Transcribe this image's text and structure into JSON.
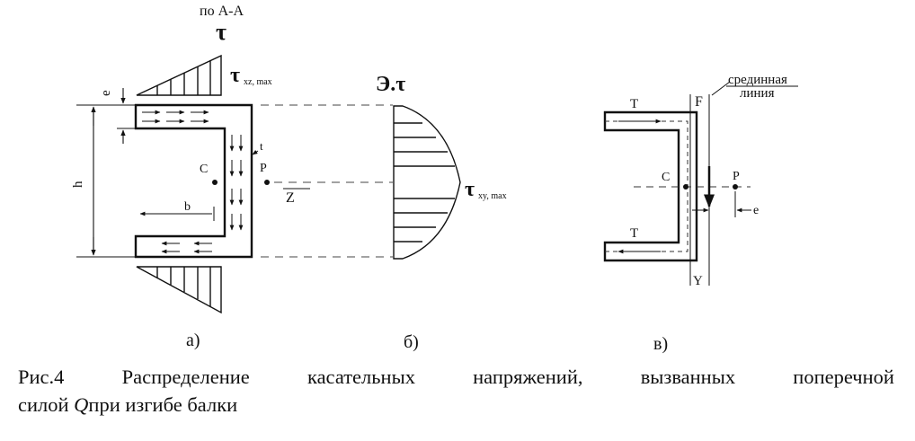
{
  "figure": {
    "section_label": "по А-А",
    "tau": "τ",
    "tau_xz_max_sub": "xz, max",
    "e_symbol": "e",
    "h_symbol": "h",
    "t_symbol": "t",
    "b_symbol": "b",
    "c_symbol": "C",
    "p_symbol": "P",
    "z_symbol": "Z",
    "epure_tau": "Э.τ",
    "tau_xy_max_sub": "xy, max",
    "T_symbol": "T",
    "F_symbol": "F",
    "mid_line_1": "срединная",
    "mid_line_2": "линия",
    "y_symbol": "Y",
    "label_a": "а)",
    "label_b": "б)",
    "label_c": "в)"
  },
  "caption": {
    "words_line1": [
      "Рис.4",
      "Распределение",
      "касательных",
      "напряжений,",
      "вызванных",
      "поперечной"
    ],
    "line2_before_q": "силой ",
    "q_symbol": "Q",
    "line2_after_q": "при изгибе балки"
  }
}
